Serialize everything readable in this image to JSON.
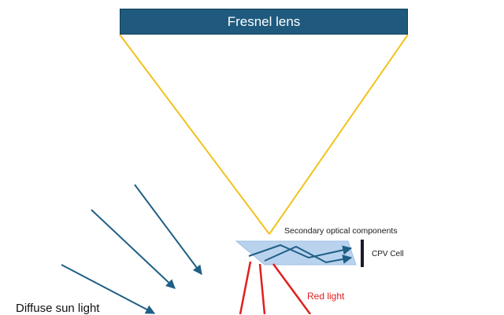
{
  "lens": {
    "label": "Fresnel lens"
  },
  "labels": {
    "secondary_optics": "Secondary optical components",
    "cpv_cell": "CPV Cell",
    "red_light": "Red light",
    "diffuse_sun_light": "Diffuse sun light"
  },
  "colors": {
    "lens_fill": "#1f5a7e",
    "focus_rays": "#f2c21a",
    "diffuse_rays": "#1f5f86",
    "red_rays": "#e02020",
    "optics_fill": "#b9d2ee",
    "cell": "#1a1a2a"
  }
}
